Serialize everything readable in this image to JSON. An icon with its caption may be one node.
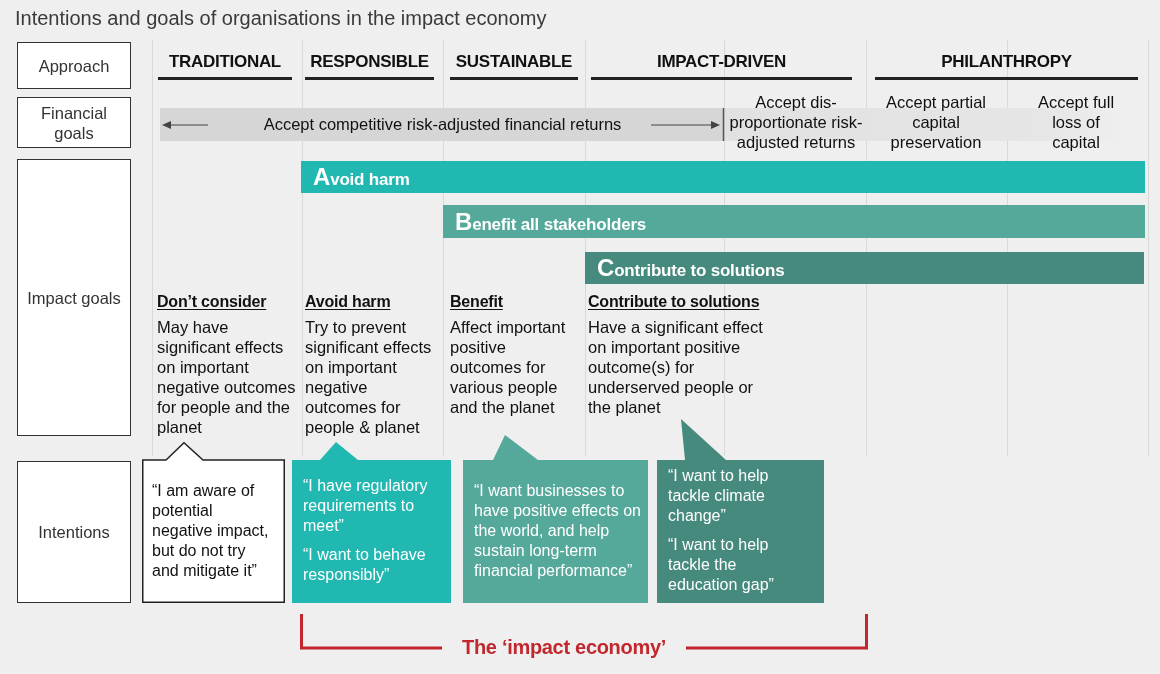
{
  "diagram": {
    "title": "Intentions and goals of organisations in the impact economy",
    "nodes": [
      {
        "text": [
          "Approach"
        ]
      },
      {
        "text": [
          "Financial goals"
        ]
      },
      {
        "text": [
          "Accept competitive risk-adjusted financial returns"
        ]
      },
      {
        "text": [
          "Impact goals"
        ]
      },
      {
        "text": [
          "Avoid harm"
        ]
      },
      {
        "text": [
          "Benefit all stakeholders"
        ]
      },
      {
        "text": [
          "Contribute to solutions"
        ]
      },
      {
        "text": [
          "Intentions"
        ]
      },
      {
        "text": [
          "“I am aware of potential negative impact, but do not try and mitigate it”"
        ]
      },
      {
        "text": [
          "“I have regulatory requirements to meet”",
          "“I want to behave responsibly”"
        ]
      },
      {
        "text": [
          "“I want businesses to have positive effects on the world, and help sustain long-term financial performance”"
        ]
      },
      {
        "text": [
          "“I want to help tackle climate change”",
          "“I want to help tackle the education gap”"
        ]
      }
    ],
    "labels": [
      "TRADITIONAL",
      "RESPONSIBLE",
      "SUSTAINABLE",
      "IMPACT-DRIVEN",
      "PHILANTHROPY",
      "Accept dis-proportionate risk-adjusted returns",
      "Accept partial capital preservation",
      "Accept full loss of capital",
      "Don’t consider",
      "May have significant effects on important negative outcomes for people and the planet",
      "Avoid harm",
      "Try to prevent significant effects on important negative outcomes for people & planet",
      "Benefit",
      "Affect important positive outcomes for various people and the planet",
      "Contribute to solutions",
      "Have a significant effect on important positive outcome(s) for underserved people or the planet",
      "The ‘impact economy’"
    ]
  }
}
